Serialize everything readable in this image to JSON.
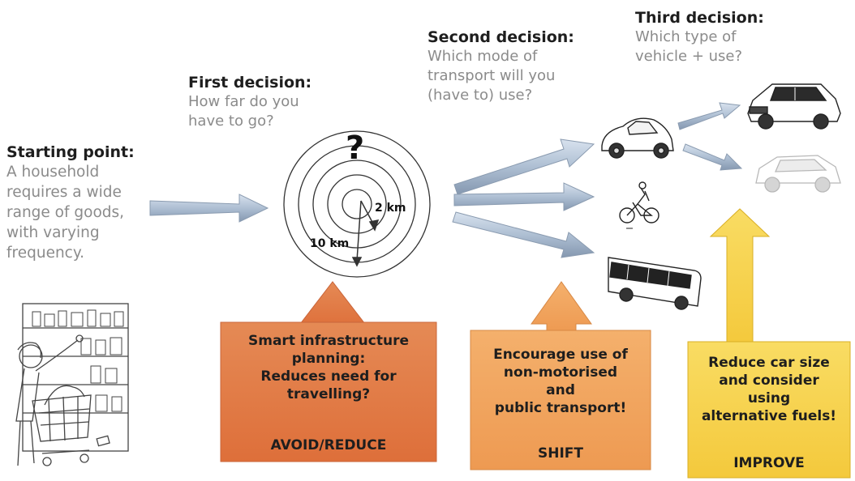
{
  "starting_point": {
    "heading": "Starting point:",
    "text": "A household\nrequires a wide\nrange of goods,\nwith varying\nfrequency."
  },
  "first_decision": {
    "heading": "First decision:",
    "text": "How far do you\nhave to go?"
  },
  "second_decision": {
    "heading": "Second decision:",
    "text": "Which mode of\ntransport will you\n(have to) use?"
  },
  "third_decision": {
    "heading": "Third decision:",
    "text": "Which type of\nvehicle + use?"
  },
  "distance": {
    "question_mark": "?",
    "inner_label": "2 km",
    "outer_label": "10 km"
  },
  "avoid_box": {
    "text": "Smart infrastructure\nplanning:\nReduces need for\ntravelling?",
    "tag": "AVOID/REDUCE",
    "color": "#e07a45"
  },
  "shift_box": {
    "text": "Encourage use of\nnon-motorised\nand\npublic transport!",
    "tag": "SHIFT",
    "color": "#f0a35c"
  },
  "improve_box": {
    "text": "Reduce car size\nand consider\nusing\nalternative fuels!",
    "tag": "IMPROVE",
    "color": "#f6cf45"
  },
  "icons": {
    "shopper": "shopper-illustration",
    "car": "car-icon",
    "bicycle": "bicycle-icon",
    "bus": "bus-icon",
    "suv": "suv-icon",
    "small_car": "small-car-icon"
  }
}
